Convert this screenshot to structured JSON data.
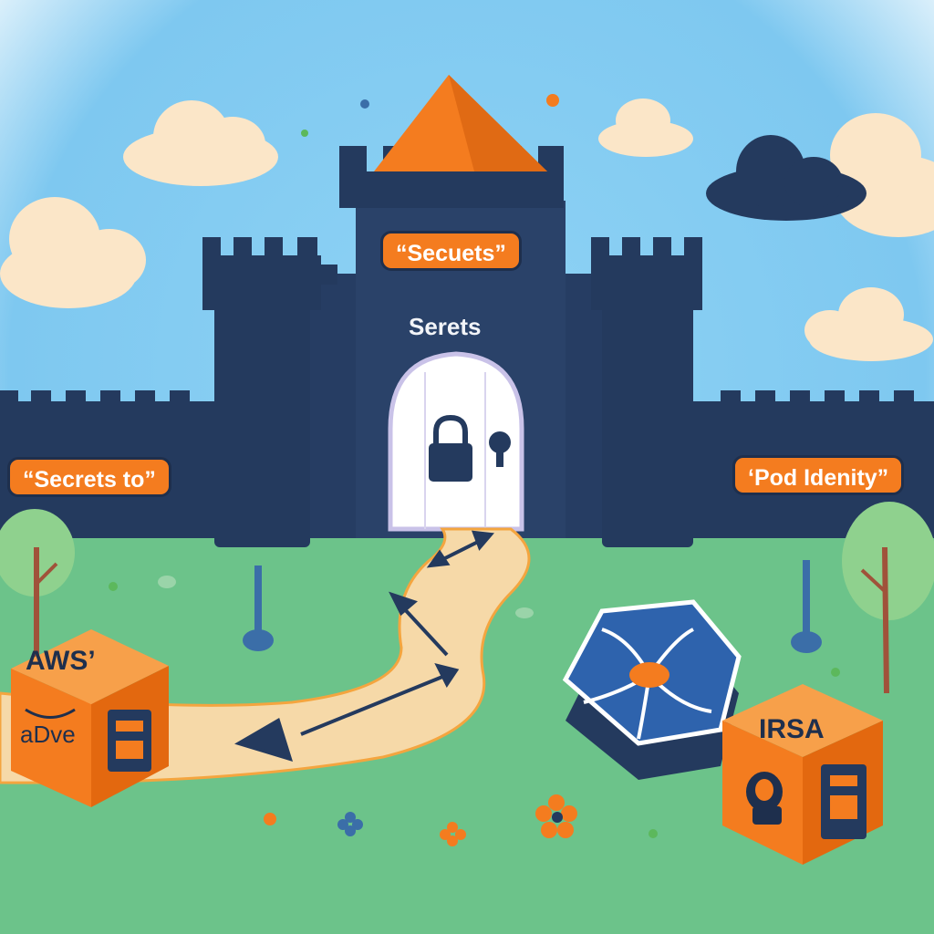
{
  "labels": {
    "tower_banner": "“Secuets”",
    "castle_text": "Serets",
    "left_banner": "“Secrets to”",
    "right_banner": "‘Pod Idenity”",
    "aws_box": "AWS’",
    "irsa_box": "IRSA",
    "aws_logo_text": "aDve"
  },
  "colors": {
    "sky": "#7ec8f0",
    "castle": "#243a5e",
    "accent_orange": "#f47c1f",
    "grass": "#6cc38a",
    "path": "#f6d9a8",
    "door": "#ffffff",
    "cloud": "#fbe6c8"
  },
  "icons": [
    "padlock-icon",
    "keyhole-icon",
    "path-arrow-icon",
    "flower-icon",
    "tree-icon",
    "cloud-icon",
    "eks-hexagon-icon",
    "server-icon"
  ]
}
